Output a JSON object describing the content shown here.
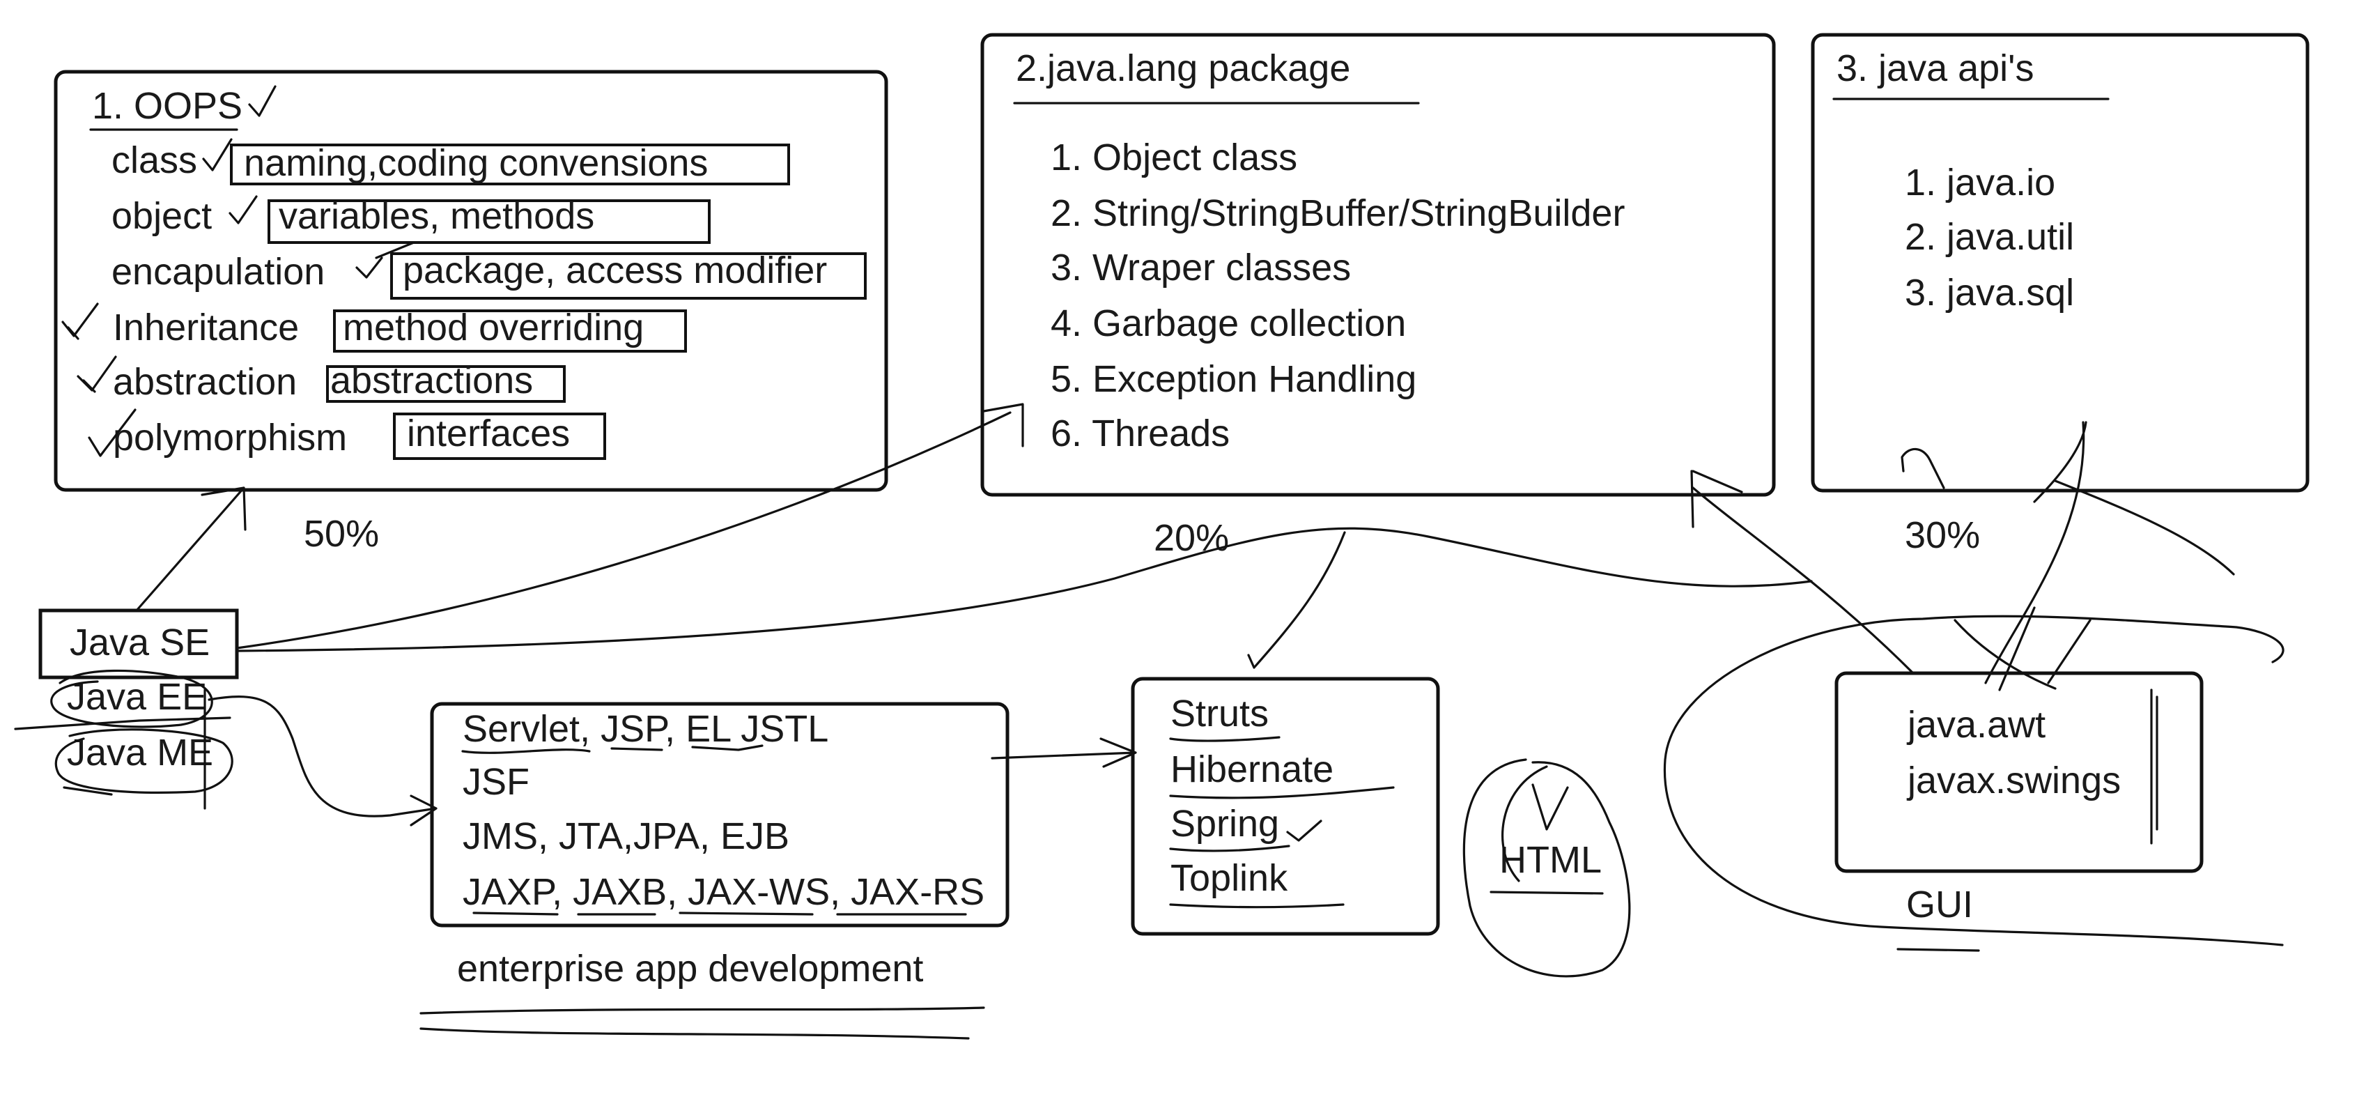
{
  "oops": {
    "title": "1. OOPS",
    "items": [
      "class",
      "object",
      "encapulation",
      "Inheritance",
      "abstraction",
      "polymorphism"
    ],
    "tags": [
      "naming,coding convensions",
      "variables, methods",
      "package, access modifier",
      "method overriding",
      "abstractions",
      "interfaces"
    ],
    "percent": "50%"
  },
  "lang": {
    "title": "2.java.lang package",
    "items": [
      "1. Object class",
      "2. String/StringBuffer/StringBuilder",
      "3. Wraper classes",
      "4. Garbage collection",
      "5. Exception Handling",
      "6. Threads"
    ],
    "percent": "20%"
  },
  "api": {
    "title": "3. java api's",
    "items": [
      "1. java.io",
      "2. java.util",
      "3. java.sql"
    ],
    "percent": "30%"
  },
  "editions": {
    "se": "Java SE",
    "ee": "Java EE",
    "me": "Java ME"
  },
  "enterprise": {
    "lines": [
      "Servlet, JSP, EL  JSTL",
      "JSF",
      "JMS, JTA,JPA, EJB",
      "JAXP, JAXB, JAX-WS, JAX-RS"
    ],
    "caption": "enterprise app development"
  },
  "frameworks": {
    "items": [
      "Struts",
      "Hibernate",
      "Spring",
      "Toplink"
    ]
  },
  "html_label": "HTML",
  "gui": {
    "items": [
      "java.awt",
      "javax.swings"
    ],
    "caption": "GUI"
  }
}
